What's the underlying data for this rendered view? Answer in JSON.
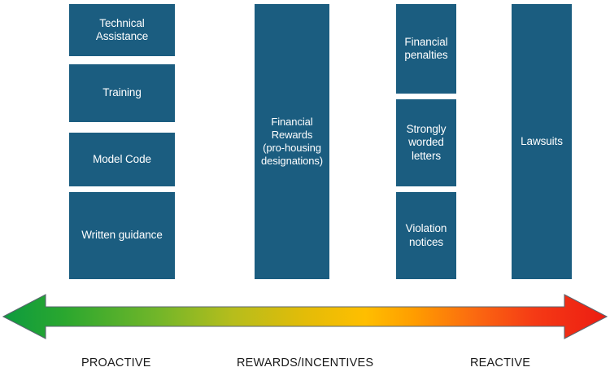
{
  "diagram": {
    "title": "",
    "colors": {
      "box_fill": "#1b5d80",
      "box_text": "#ffffff",
      "arrow_gradient_start": "#13a538",
      "arrow_gradient_mid_green": "#8cbb26",
      "arrow_gradient_mid_yellow": "#ffc400",
      "arrow_gradient_orange": "#ff8c00",
      "arrow_gradient_end": "#ee1c15",
      "arrow_outline": "#3f4f5e",
      "label_text": "#1a1a1a",
      "background": "#ffffff"
    },
    "columns": [
      {
        "name": "proactive-column",
        "boxes": [
          {
            "label": "Technical Assistance",
            "lines": [
              "Technical",
              "Assistance"
            ]
          },
          {
            "label": "Training",
            "lines": [
              "Training"
            ]
          },
          {
            "label": "Model Code",
            "lines": [
              "Model Code"
            ]
          },
          {
            "label": "Written guidance",
            "lines": [
              "Written guidance"
            ]
          }
        ]
      },
      {
        "name": "rewards-column",
        "boxes": [
          {
            "label": "Financial Rewards (pro-housing designations)",
            "lines": [
              "Financial",
              "Rewards",
              "(pro-housing",
              "designations)"
            ]
          }
        ]
      },
      {
        "name": "reactive-column",
        "boxes": [
          {
            "label": "Financial penalties",
            "lines": [
              "Financial",
              "penalties"
            ]
          },
          {
            "label": "Strongly worded letters",
            "lines": [
              "Strongly",
              "worded",
              "letters"
            ]
          },
          {
            "label": "Violation notices",
            "lines": [
              "Violation",
              "notices"
            ]
          }
        ]
      },
      {
        "name": "lawsuits-column",
        "boxes": [
          {
            "label": "Lawsuits",
            "lines": [
              "Lawsuits"
            ]
          }
        ]
      }
    ],
    "axis": {
      "type": "double-headed-gradient-arrow",
      "labels": [
        {
          "text": "PROACTIVE"
        },
        {
          "text": "REWARDS/INCENTIVES"
        },
        {
          "text": "REACTIVE"
        }
      ]
    }
  }
}
